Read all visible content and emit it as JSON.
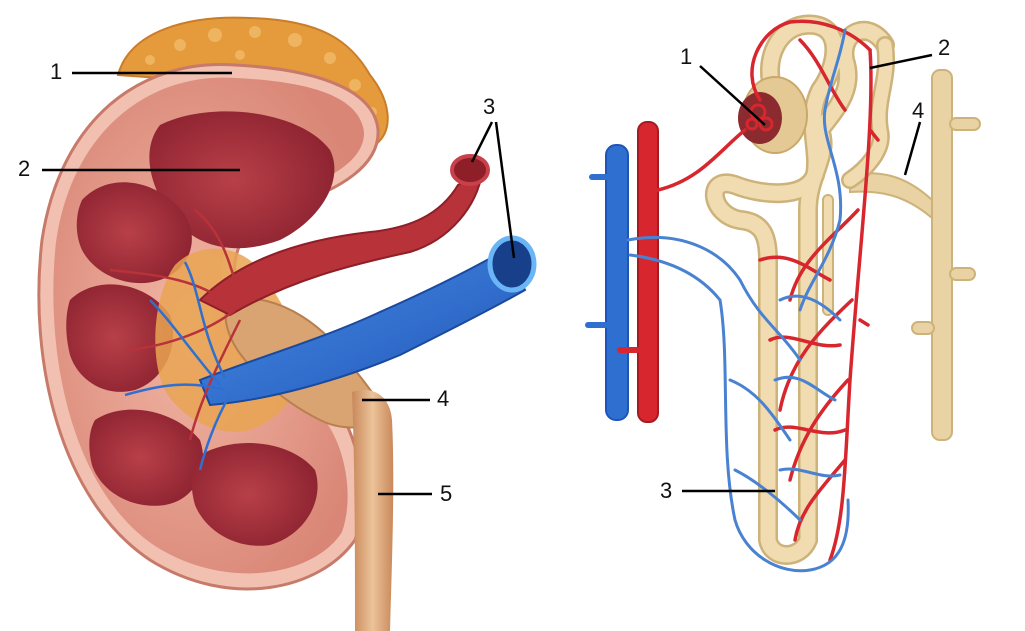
{
  "kidney_labels": {
    "l1": "1",
    "l2": "2",
    "l3": "3",
    "l4": "4",
    "l5": "5"
  },
  "nephron_labels": {
    "n1": "1",
    "n2": "2",
    "n3": "3",
    "n4": "4"
  },
  "colors": {
    "cortex": "#e8a090",
    "pyramid": "#a8323a",
    "fat": "#e8a84a",
    "artery": "#d8262e",
    "vein": "#2f6fd0",
    "tubule": "#e9d3a4",
    "ureter": "#d9a372"
  }
}
